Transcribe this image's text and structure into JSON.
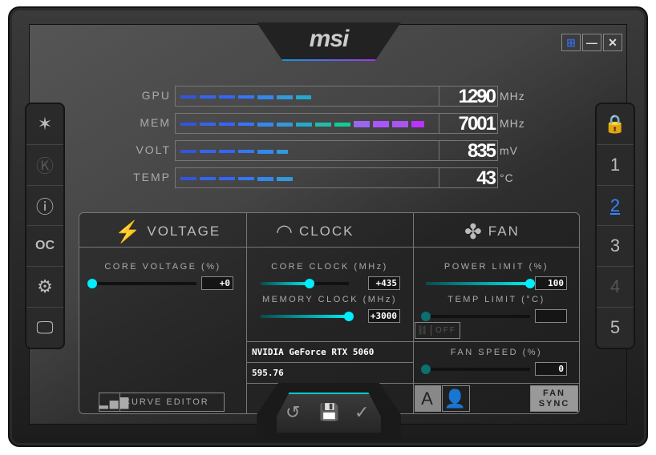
{
  "app": {
    "logo": "msi"
  },
  "window_buttons": {
    "windows": "⊞",
    "minimize": "—",
    "close": "✕"
  },
  "left_sidebar": [
    {
      "icon": "msi-dragon-icon"
    },
    {
      "icon": "kombustor-k-icon"
    },
    {
      "icon": "info-icon"
    },
    {
      "icon": "oc-scanner-icon"
    },
    {
      "icon": "settings-gear-icon"
    },
    {
      "icon": "monitor-icon"
    }
  ],
  "profiles": {
    "lock": "🔒",
    "items": [
      "1",
      "2",
      "3",
      "4",
      "5"
    ],
    "active": "2"
  },
  "monitor": [
    {
      "label": "GPU",
      "value": "1290",
      "unit": "MHz",
      "fill": 0.51
    },
    {
      "label": "MEM",
      "value": "7001",
      "unit": "MHz",
      "fill": 0.94
    },
    {
      "label": "VOLT",
      "value": "835",
      "unit": "mV",
      "fill": 0.42
    },
    {
      "label": "TEMP",
      "value": "43",
      "unit": "°C",
      "fill": 0.44
    }
  ],
  "sections": {
    "voltage": "VOLTAGE",
    "clock": "CLOCK",
    "fan": "FAN"
  },
  "voltage": {
    "core_voltage_label": "CORE VOLTAGE  (%)",
    "core_voltage_value": "+0",
    "core_voltage_pos": 0.0,
    "curve_editor": "CURVE EDITOR"
  },
  "clock": {
    "core_label": "CORE CLOCK (MHz)",
    "core_value": "+435",
    "core_pos": 0.55,
    "mem_label": "MEMORY CLOCK (MHz)",
    "mem_value": "+3000",
    "mem_pos": 1.0
  },
  "gpu": {
    "name": "NVIDIA GeForce RTX 5060",
    "driver": "595.76"
  },
  "fan": {
    "power_label": "POWER LIMIT (%)",
    "power_value": "100",
    "power_pos": 1.0,
    "temp_label": "TEMP LIMIT (°C)",
    "temp_value": "",
    "temp_pos": 0.0,
    "link_off": "OFF",
    "speed_label": "FAN SPEED (%)",
    "speed_value": "0",
    "speed_pos": 0.0,
    "auto": "A",
    "fan_sync": "FAN SYNC"
  },
  "bottom": {
    "reset": "↺",
    "save": "💾",
    "apply": "✓"
  }
}
